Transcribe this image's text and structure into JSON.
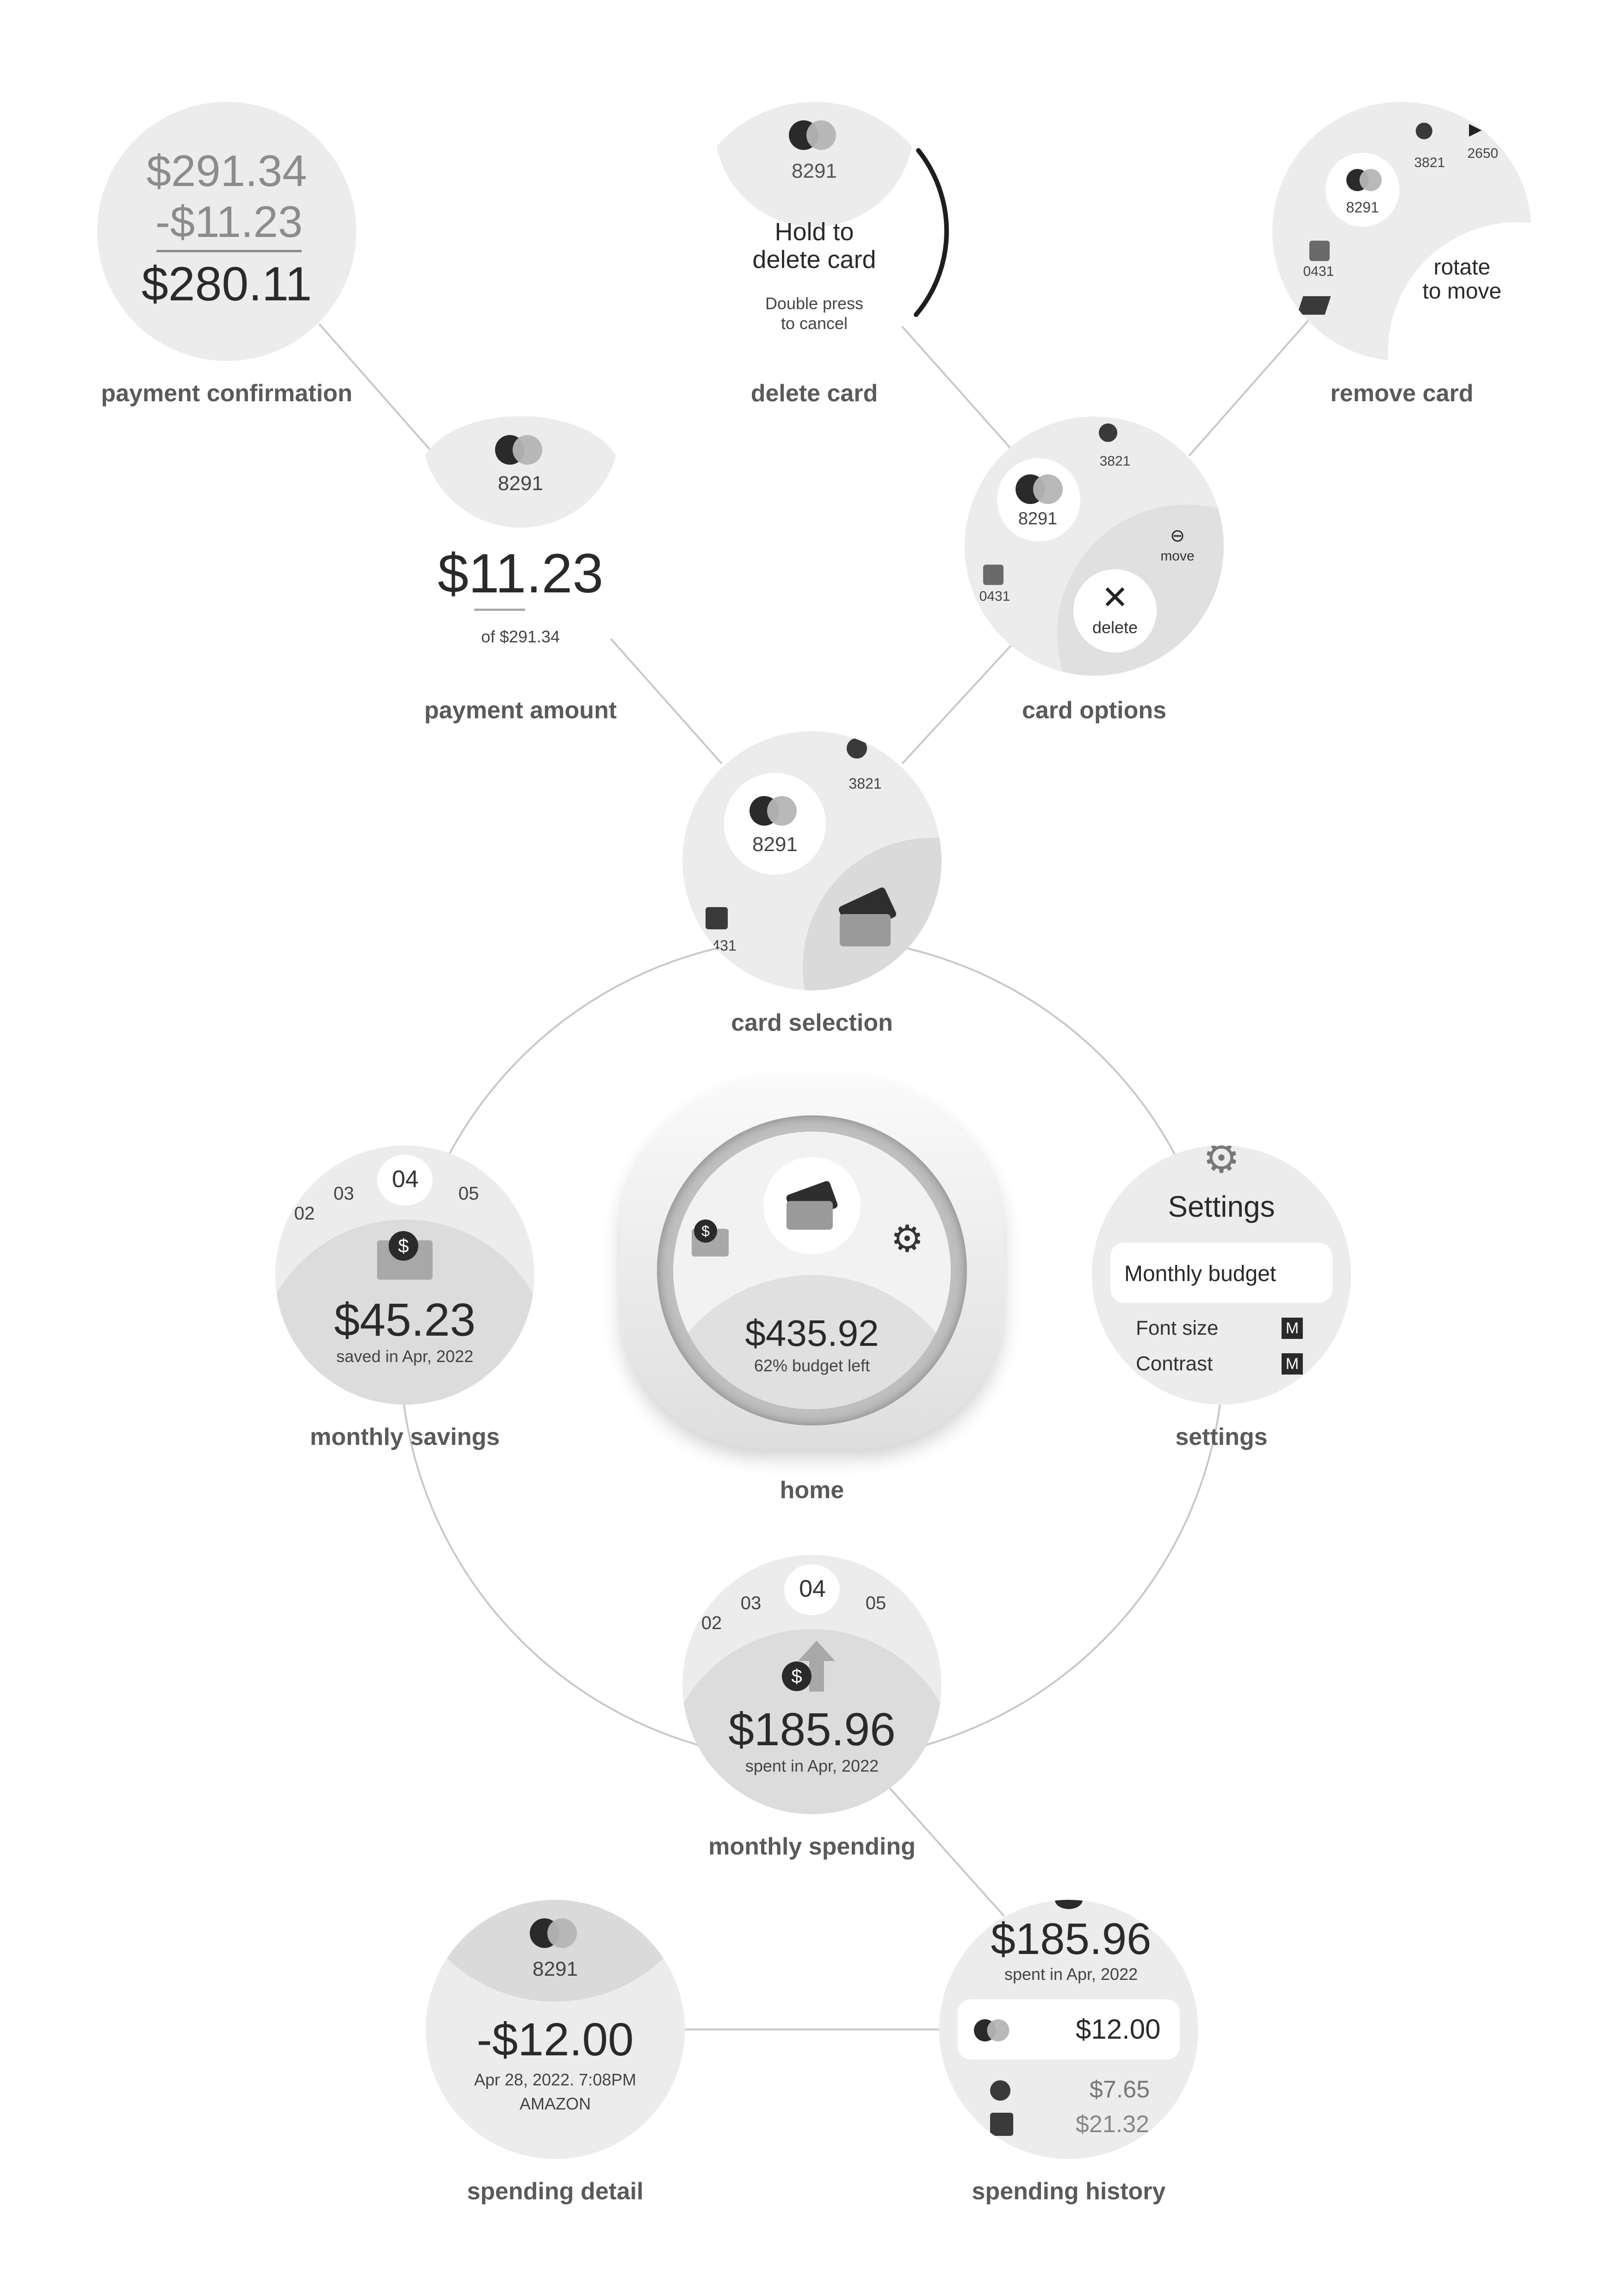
{
  "screens": {
    "payment_confirmation": {
      "caption": "payment confirmation",
      "original": "$291.34",
      "deduction": "-$11.23",
      "result": "$280.11"
    },
    "delete_card": {
      "caption": "delete card",
      "card_number": "8291",
      "title": "Hold to delete card",
      "title_line1": "Hold to",
      "title_line2": "delete card",
      "hint_line1": "Double press",
      "hint_line2": "to cancel"
    },
    "remove_card": {
      "caption": "remove card",
      "cards": [
        "8291",
        "3821",
        "2650",
        "0431"
      ],
      "instruction_line1": "rotate",
      "instruction_line2": "to move"
    },
    "payment_amount": {
      "caption": "payment amount",
      "card_number": "8291",
      "amount": "$11.23",
      "of_total": "of $291.34"
    },
    "card_options": {
      "caption": "card options",
      "selected_card": "8291",
      "other_cards": [
        "3821",
        "0431"
      ],
      "move_label": "move",
      "delete_label": "delete"
    },
    "card_selection": {
      "caption": "card selection",
      "selected_card": "8291",
      "other_cards": [
        "3821",
        "431"
      ]
    },
    "monthly_savings": {
      "caption": "monthly savings",
      "months": [
        "02",
        "03",
        "04",
        "05"
      ],
      "amount": "$45.23",
      "subtitle": "saved in Apr, 2022"
    },
    "home": {
      "caption": "home",
      "amount": "$435.92",
      "subtitle": "62% budget left"
    },
    "settings": {
      "caption": "settings",
      "title": "Settings",
      "items": [
        {
          "label": "Monthly budget"
        },
        {
          "label": "Font size",
          "value": "M"
        },
        {
          "label": "Contrast",
          "value": "M"
        }
      ]
    },
    "monthly_spending": {
      "caption": "monthly spending",
      "months": [
        "02",
        "03",
        "04",
        "05"
      ],
      "amount": "$185.96",
      "subtitle": "spent in Apr, 2022"
    },
    "spending_detail": {
      "caption": "spending detail",
      "card_number": "8291",
      "amount": "-$12.00",
      "datetime": "Apr 28, 2022. 7:08PM",
      "merchant": "AMAZON"
    },
    "spending_history": {
      "caption": "spending history",
      "amount": "$185.96",
      "subtitle": "spent in Apr, 2022",
      "transactions": [
        "$12.00",
        "$7.65",
        "$21.32"
      ]
    }
  },
  "colors": {
    "screen_bg": "#ececec",
    "screen_dark": "#dcdcdc",
    "text_dark": "#2a2a2a",
    "caption": "#5a5a5a",
    "connector": "#c4c4c4"
  }
}
